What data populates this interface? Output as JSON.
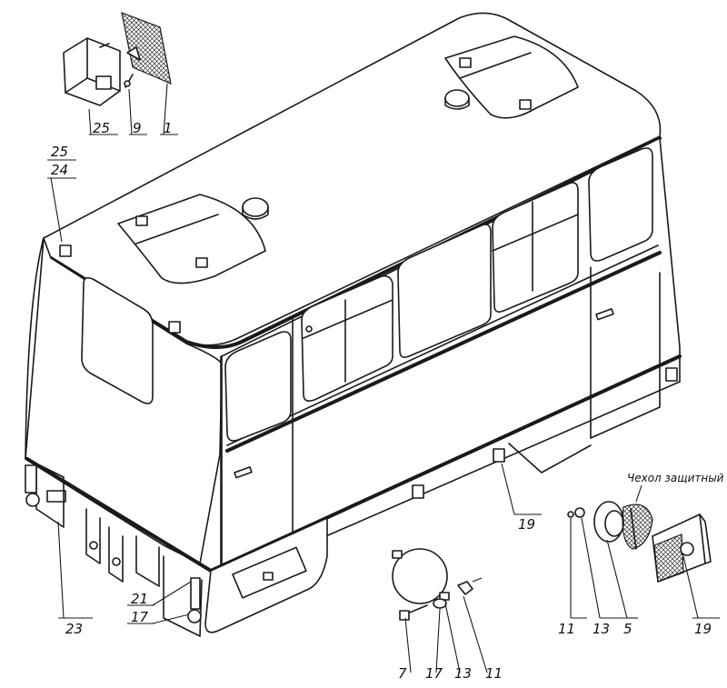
{
  "callouts": {
    "c25_top": "25",
    "c9_top": "9",
    "c1_top": "1",
    "c25_left": "25",
    "c24_left": "24",
    "c23": "23",
    "c21": "21",
    "c17_left": "17",
    "c19_mid": "19",
    "c7": "7",
    "c17_bot": "17",
    "c13_bot": "13",
    "c11_bot": "11",
    "c11_right": "11",
    "c13_right": "13",
    "c5": "5",
    "c19_right": "19"
  },
  "annotations": {
    "protective_cover": "Чехол защитный"
  },
  "colors": {
    "line": "#1a1a1a",
    "background": "#ffffff"
  }
}
